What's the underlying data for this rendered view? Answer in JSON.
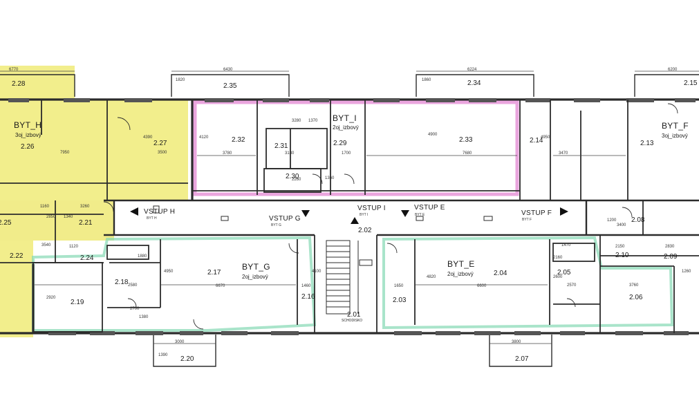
{
  "apartments": [
    {
      "id": "h",
      "name": "BYT_H",
      "type": "3oj_izbový"
    },
    {
      "id": "i",
      "name": "BYT_I",
      "type": "2oj_izbový"
    },
    {
      "id": "f",
      "name": "BYT_F",
      "type": "3oj_izbový"
    },
    {
      "id": "g",
      "name": "BYT_G",
      "type": "2oj_izbový"
    },
    {
      "id": "e",
      "name": "BYT_E",
      "type": "2oj_izbový"
    }
  ],
  "rooms": [
    "2.28",
    "2.26",
    "2.27",
    "2.25",
    "2.21",
    "2.22",
    "2.24",
    "2.19",
    "2.18",
    "2.17",
    "2.16",
    "2.35",
    "2.32",
    "2.31",
    "2.29",
    "2.30",
    "2.33",
    "2.34",
    "2.14",
    "2.13",
    "2.15",
    "2.02",
    "2.01",
    "2.03",
    "2.04",
    "2.05",
    "2.06",
    "2.08",
    "2.10",
    "2.09",
    "2.20",
    "2.07"
  ],
  "entrances": [
    {
      "label": "VSTUP H",
      "sub": "BYT H"
    },
    {
      "label": "VSTUP G",
      "sub": "BYT G"
    },
    {
      "label": "VSTUP I",
      "sub": "BYT I"
    },
    {
      "label": "VSTUP E",
      "sub": "BYT E"
    },
    {
      "label": "VSTUP F",
      "sub": "BYT F"
    }
  ],
  "stairs_sub": "SCHODISKO",
  "dimensions": [
    "6770",
    "6430",
    "6224",
    "6200",
    "1820",
    "1860",
    "7950",
    "3500",
    "4390",
    "3280",
    "1370",
    "4120",
    "3780",
    "3130",
    "1700",
    "7680",
    "4900",
    "3470",
    "4950",
    "2260",
    "1360",
    "1160",
    "3260",
    "3540",
    "2850",
    "1340",
    "1120",
    "1880",
    "2580",
    "4950",
    "2920",
    "6670",
    "1460",
    "4100",
    "3000",
    "1390",
    "2700",
    "1380",
    "1650",
    "6600",
    "4820",
    "3760",
    "1470",
    "2160",
    "2570",
    "2600",
    "3400",
    "2150",
    "2830",
    "1260",
    "1200",
    "3800"
  ],
  "colors": {
    "apt_h_fill": "#f2ee8c",
    "apt_h_fill_dark": "#e9e27a",
    "apt_i_outline": "#e58fd6",
    "apt_ge_outline": "#84d9b4",
    "wall": "#2b2b2b",
    "window": "#666666",
    "corridor": "#ffffff"
  }
}
